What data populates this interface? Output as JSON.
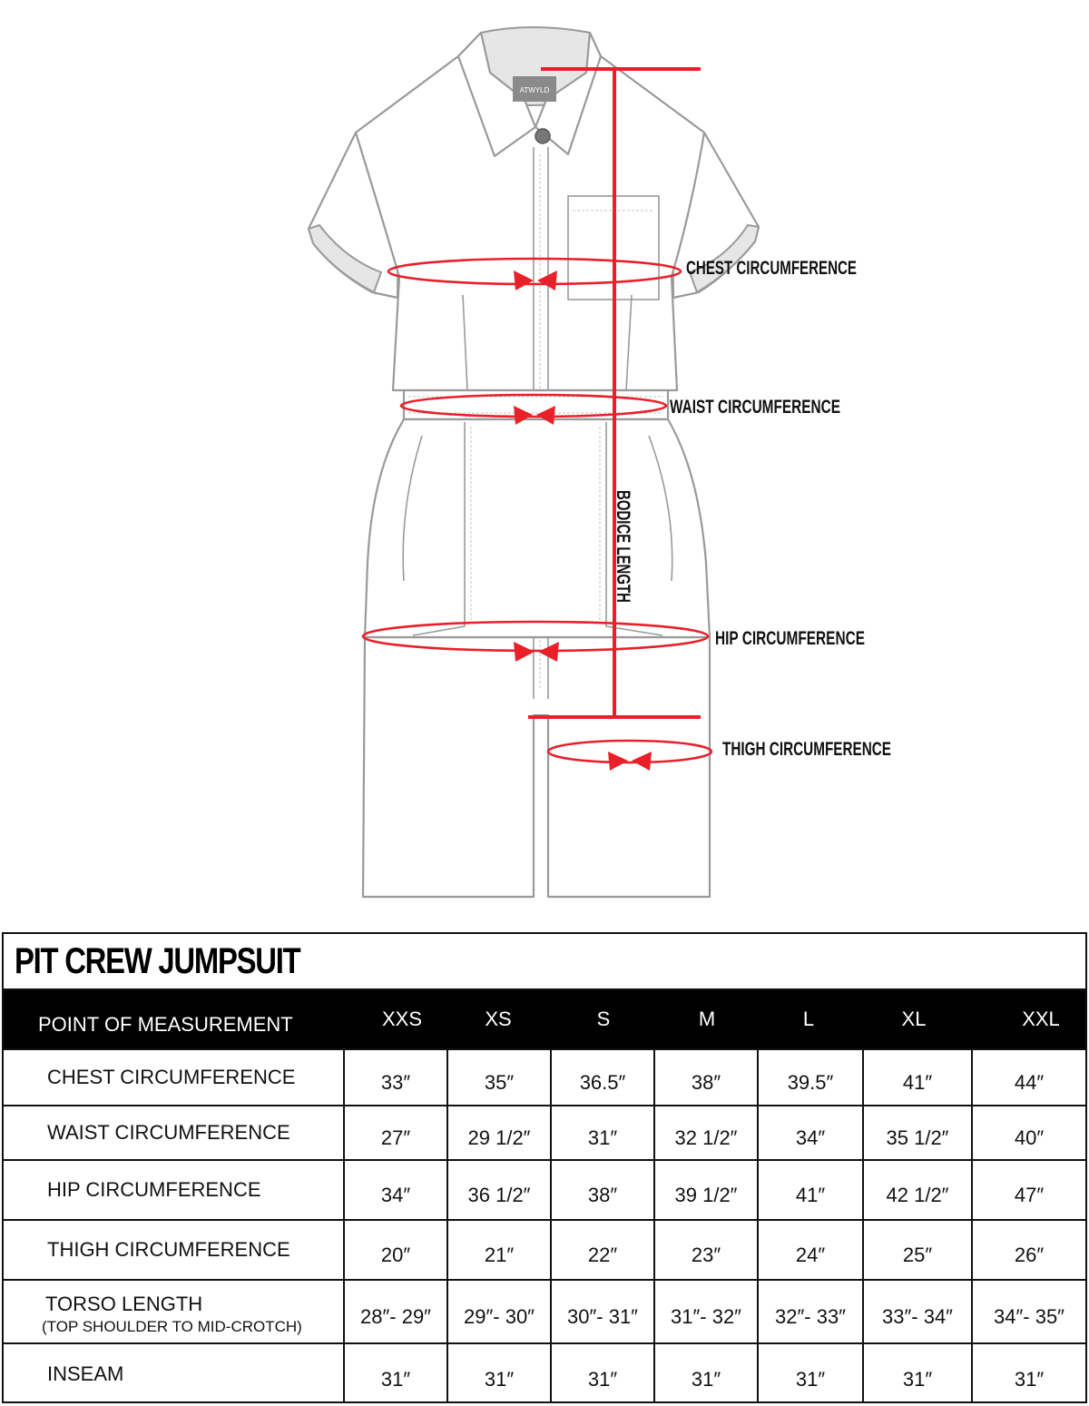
{
  "diagram": {
    "labels": {
      "chest": "CHEST CIRCUMFERENCE",
      "waist": "WAIST CIRCUMFERENCE",
      "hip": "HIP CIRCUMFERENCE",
      "thigh": "THIGH CIRCUMFERENCE",
      "bodice": "BODICE LENGTH"
    },
    "brand_tag": "ATWYLD",
    "colors": {
      "measure": "#e8202a",
      "garment_line": "#9a9a9a"
    }
  },
  "table": {
    "title": "PIT CREW JUMPSUIT",
    "header": {
      "label": "POINT OF MEASUREMENT",
      "sizes": [
        "XXS",
        "XS",
        "S",
        "M",
        "L",
        "XL",
        "XXL"
      ]
    },
    "rows": [
      {
        "label": "CHEST CIRCUMFERENCE",
        "sub": "",
        "values": [
          "33″",
          "35″",
          "36.5″",
          "38″",
          "39.5″",
          "41″",
          "44″"
        ]
      },
      {
        "label": "WAIST CIRCUMFERENCE",
        "sub": "",
        "values": [
          "27″",
          "29 1/2″",
          "31″",
          "32 1/2″",
          "34″",
          "35 1/2″",
          "40″"
        ]
      },
      {
        "label": "HIP CIRCUMFERENCE",
        "sub": "",
        "values": [
          "34″",
          "36 1/2″",
          "38″",
          "39 1/2″",
          "41″",
          "42 1/2″",
          "47″"
        ]
      },
      {
        "label": "THIGH CIRCUMFERENCE",
        "sub": "",
        "values": [
          "20″",
          "21″",
          "22″",
          "23″",
          "24″",
          "25″",
          "26″"
        ]
      },
      {
        "label": "TORSO LENGTH",
        "sub": "(TOP SHOULDER TO MID-CROTCH)",
        "values": [
          "28″- 29″",
          "29″- 30″",
          "30″- 31″",
          "31″- 32″",
          "32″- 33″",
          "33″- 34″",
          "34″- 35″"
        ]
      },
      {
        "label": "INSEAM",
        "sub": "",
        "values": [
          "31″",
          "31″",
          "31″",
          "31″",
          "31″",
          "31″",
          "31″"
        ]
      }
    ]
  }
}
